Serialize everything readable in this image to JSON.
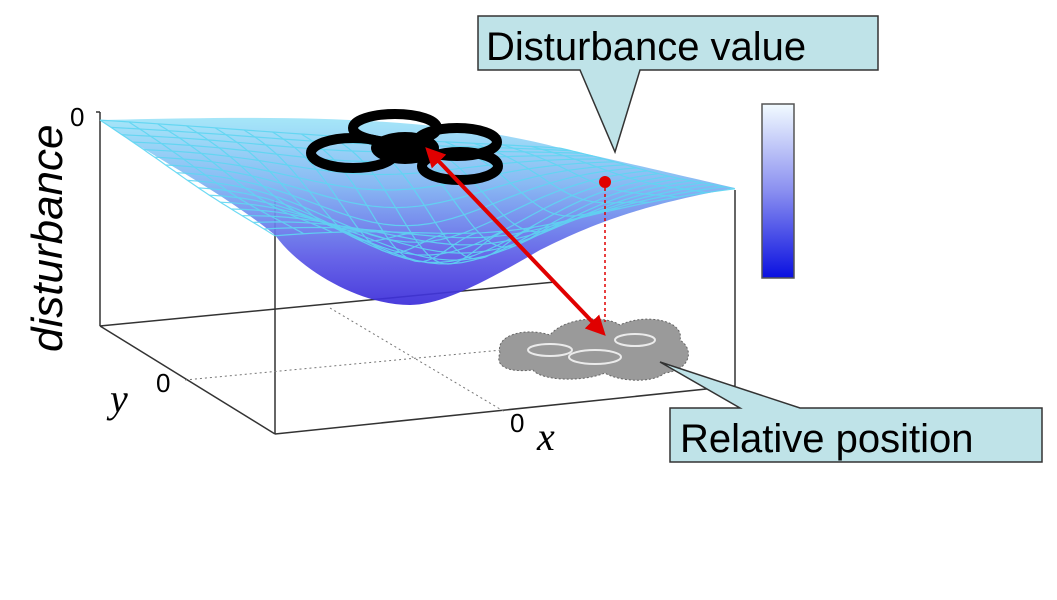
{
  "callouts": {
    "disturbance_value": "Disturbance value",
    "relative_position": "Relative position"
  },
  "axes": {
    "z_label": "disturbance",
    "x_label": "x",
    "y_label": "y",
    "z_tick": "0",
    "x_tick": "0",
    "y_tick": "0"
  },
  "colors": {
    "mesh_line": "#5fd6f2",
    "surface_top": "#8fd9f5",
    "surface_bottom": "#3a2bd9",
    "arrow": "#e00000",
    "callout_fill": "#bfe3e8",
    "colorbar_top": "#f2fbff",
    "colorbar_bottom": "#0a10e0",
    "drone": "#000000",
    "shadow": "#9a9a9a"
  },
  "icons": {
    "drone": "quadcopter-icon",
    "shadow": "quadcopter-shadow-icon"
  }
}
